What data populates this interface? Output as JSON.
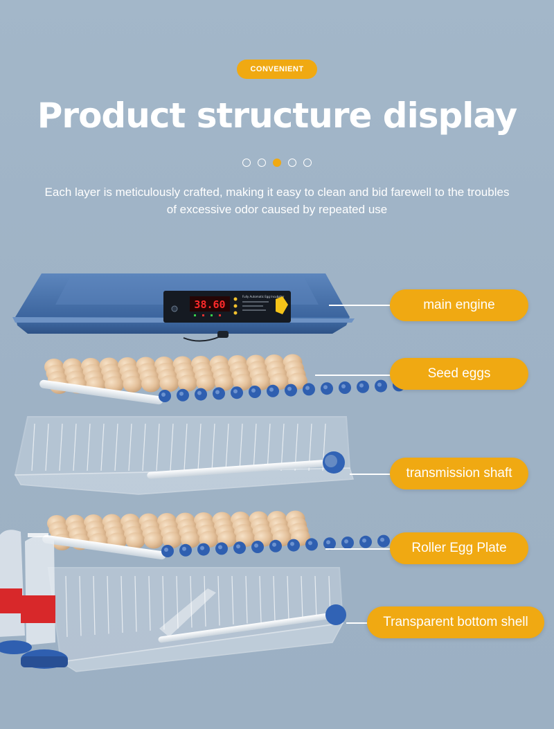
{
  "header": {
    "badge": "CONVENIENT",
    "title": "Product structure display",
    "description": "Each layer is meticulously crafted, making it easy to clean and bid farewell to the troubles of excessive odor caused by repeated use",
    "pagination": {
      "total": 5,
      "active_index": 2
    }
  },
  "device": {
    "display_readout": "38.60",
    "label_text": "Fully Automatic Egg Incubator"
  },
  "parts": [
    {
      "label": "main engine"
    },
    {
      "label": "Seed eggs"
    },
    {
      "label": "transmission shaft"
    },
    {
      "label": "Roller Egg Plate"
    },
    {
      "label": "Transparent bottom shell"
    }
  ],
  "colors": {
    "accent": "#f0a912",
    "background": "#a3b7c9",
    "lid_blue": "#3f6aa5",
    "egg": "#e7c7a3",
    "roller_blue": "#2f5fb0"
  }
}
